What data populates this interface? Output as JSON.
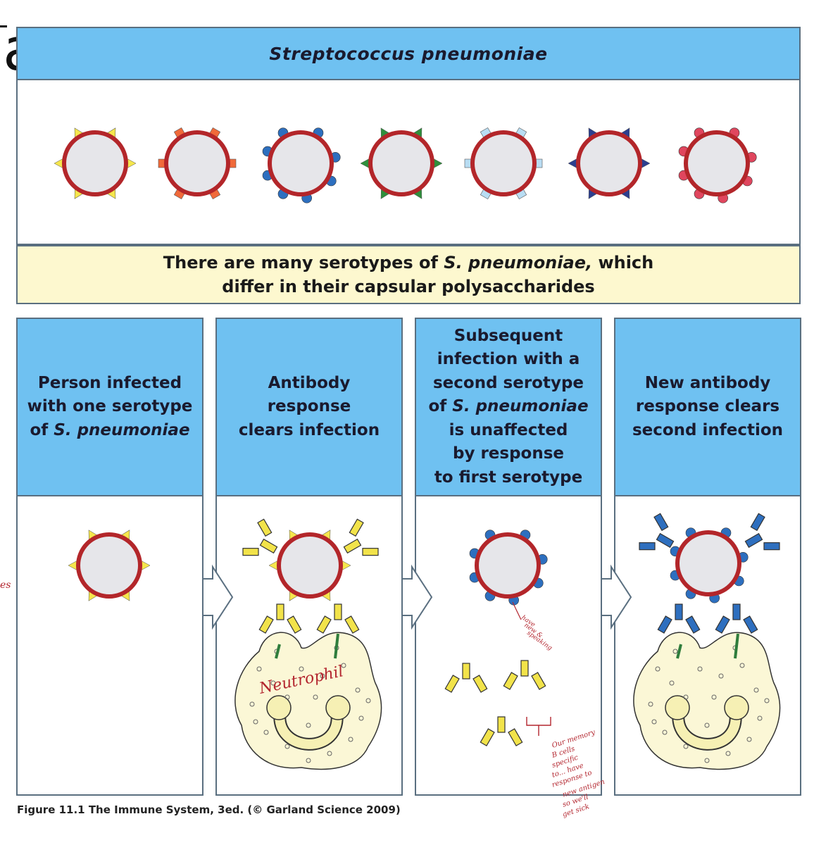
{
  "page_fragment": "ae",
  "header": {
    "title": "Streptococcus  pneumoniae"
  },
  "serotypes": {
    "colors": [
      "#f5e64d",
      "#f06a3a",
      "#2d6fbf",
      "#2f8f3c",
      "#b9ddf3",
      "#2c3f8f",
      "#e0465e"
    ],
    "shapes": [
      "triangle",
      "rect",
      "dot",
      "triangle",
      "rect",
      "triangle",
      "dot"
    ]
  },
  "caption": {
    "line1_pre": "There are many serotypes of ",
    "line1_em": "S. pneumoniae,",
    "line1_post": " which",
    "line2": "differ in their capsular polysaccharides"
  },
  "steps": [
    {
      "l1": "Person infected",
      "l2": "with one serotype",
      "l3_pre": "of ",
      "l3_em": "S. pneumoniae"
    },
    {
      "l1": "Antibody",
      "l2": "response",
      "l3": "clears infection"
    },
    {
      "l1": "Subsequent",
      "l2": "infection with a",
      "l3": "second serotype",
      "l4_pre": "of ",
      "l4_em": "S. pneumoniae",
      "l5": "is unaffected",
      "l6": "by response",
      "l7": "to first serotype"
    },
    {
      "l1": "New antibody",
      "l2": "response clears",
      "l3": "second infection"
    }
  ],
  "annotations": {
    "neutrophil_label": "Neutrophil",
    "side_mark": "es",
    "note_col3_top": [
      "have",
      "new &",
      "speaking"
    ],
    "note_col3_bottom": [
      "Our memory",
      "B cells",
      "specific",
      "to... have",
      "response to",
      "new antigen",
      "so we'll",
      "get sick"
    ]
  },
  "colors": {
    "blue_header": "#6fc1f1",
    "caption_bg": "#fdf8cf",
    "capsule_red": "#b3262a",
    "cell_fill": "#e6e6ea",
    "antibody_yellow": "#f2e34a",
    "antibody_blue": "#2e6fbf",
    "neutrophil_fill": "#fbf7d6",
    "hand_ink": "#b3262f"
  },
  "figure_credit": "Figure 11.1 The Immune System, 3ed. (© Garland Science 2009)"
}
